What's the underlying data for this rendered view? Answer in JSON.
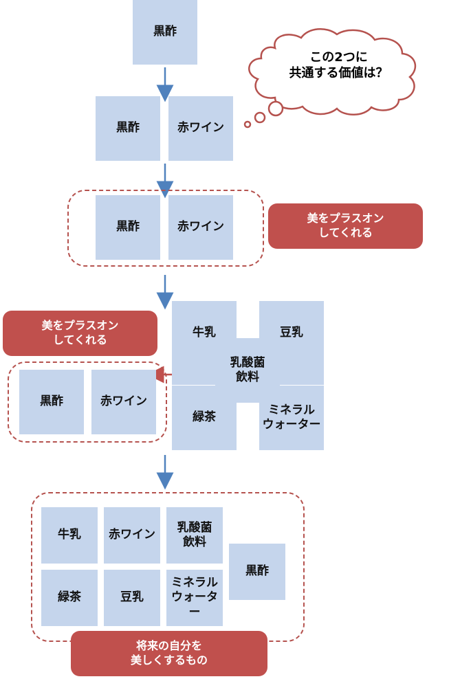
{
  "step1": {
    "box1": "黒酢"
  },
  "step2": {
    "box1": "黒酢",
    "box2": "赤ワイン"
  },
  "thought": {
    "text": "この2つに\n共通する価値は？"
  },
  "step3": {
    "box1": "黒酢",
    "box2": "赤ワイン",
    "label": "美をプラスオン\nしてくれる"
  },
  "step4": {
    "label": "美をプラスオン\nしてくれる",
    "left_box1": "黒酢",
    "left_box2": "赤ワイン",
    "center": "乳酸菌\n飲料",
    "top_left": "牛乳",
    "top_right": "豆乳",
    "bottom_left": "緑茶",
    "bottom_right": "ミネラル\nウォーター"
  },
  "step5": {
    "r1c1": "牛乳",
    "r1c2": "赤ワイン",
    "r1c3": "乳酸菌\n飲料",
    "r2c1": "緑茶",
    "r2c2": "豆乳",
    "r2c3": "ミネラル\nウォーター",
    "side": "黒酢",
    "label": "将来の自分を\n美しくするもの"
  },
  "colors": {
    "box_fill": "#c5d5ec",
    "pill_fill": "#c0504d",
    "dash_border": "#b5524e",
    "arrow_blue": "#4f81bd",
    "arrow_red": "#c0504d"
  }
}
